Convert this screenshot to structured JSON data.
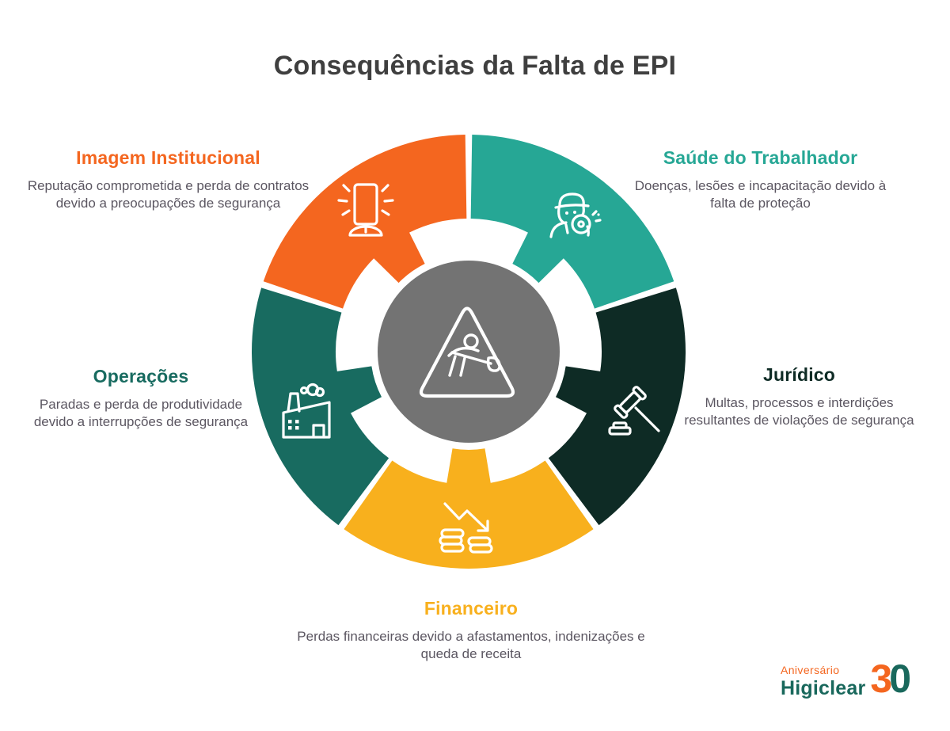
{
  "title": "Consequências da Falta de EPI",
  "colors": {
    "orange": "#F4661F",
    "teal": "#26A795",
    "dark_green": "#0E2B25",
    "amber": "#F8B01D",
    "deep_teal": "#186B60",
    "center_gray": "#737373",
    "title_text": "#3F3F3F",
    "body_text": "#5B5661",
    "logo_teal": "#19685C"
  },
  "wheel": {
    "center_icon": "roadwork-warning",
    "segment_count": 5
  },
  "segments": [
    {
      "id": "imagem-institucional",
      "label": "Imagem Institucional",
      "description": "Reputação comprometida e perda de contratos devido a preocupações de segurança",
      "color": "#F4661F",
      "icon": "shining-sign-icon",
      "start": 288,
      "end": 360
    },
    {
      "id": "saude-do-trabalhador",
      "label": "Saúde do Trabalhador",
      "description": "Doenças, lesões e incapacitação devido à falta de proteção",
      "color": "#26A795",
      "icon": "worker-mask-icon",
      "start": 0,
      "end": 72
    },
    {
      "id": "operacoes",
      "label": "Operações",
      "description": "Paradas e perda de produtividade devido a interrupções de segurança",
      "color": "#186B60",
      "icon": "factory-icon",
      "start": 216,
      "end": 288
    },
    {
      "id": "juridico",
      "label": "Jurídico",
      "description": "Multas, processos e interdições resultantes de violações de segurança",
      "color": "#0E2B25",
      "icon": "gavel-icon",
      "start": 72,
      "end": 144
    },
    {
      "id": "financeiro",
      "label": "Financeiro",
      "description": "Perdas financeiras devido a afastamentos, indenizações e queda de receita",
      "color": "#F8B01D",
      "icon": "declining-finance-icon",
      "start": 144,
      "end": 216
    }
  ],
  "logo": {
    "tagline": "Aniversário",
    "brand": "Higiclear",
    "badge_digits": [
      "3",
      "0"
    ]
  }
}
